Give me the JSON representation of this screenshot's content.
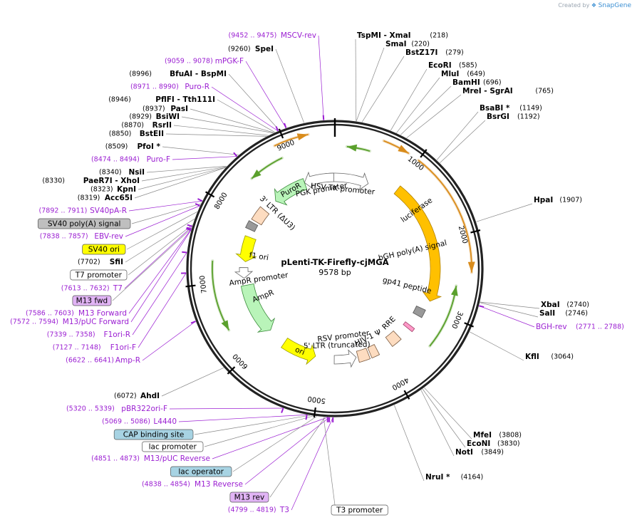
{
  "header": {
    "created_by": "Created by",
    "brand": "SnapGene"
  },
  "map": {
    "name": "pLenti-TK-Firefly-cjMGA",
    "length_label": "9578 bp",
    "total_bp": 9578,
    "ticks": [
      "1000",
      "2000",
      "3000",
      "4000",
      "5000",
      "6000",
      "7000",
      "8000",
      "9000"
    ],
    "colors": {
      "backbone": "#000000",
      "primer": "#9b1fd2",
      "orange_arrow": "#d98c1c",
      "green_arrow": "#5aa02c",
      "luciferase": "#ffc000",
      "yellow": "#ffff00"
    }
  },
  "right_sites": [
    {
      "name": "TspMI  -  XmaI",
      "pos": "(218)",
      "bp": 218
    },
    {
      "name": "SmaI",
      "pos": "(220)",
      "bp": 220
    },
    {
      "name": "BstZ17I",
      "pos": "(279)",
      "bp": 279
    },
    {
      "name": "EcoRI",
      "pos": "(585)",
      "bp": 585
    },
    {
      "name": "MluI",
      "pos": "(649)",
      "bp": 649
    },
    {
      "name": "BamHI",
      "pos": "(696)",
      "bp": 696
    },
    {
      "name": "MreI  -  SgrAI",
      "pos": "(765)",
      "bp": 765
    },
    {
      "name": "BsaBI *",
      "pos": "(1149)",
      "bp": 1149
    },
    {
      "name": "BsrGI",
      "pos": "(1192)",
      "bp": 1192
    },
    {
      "name": "HpaI",
      "pos": "(1907)",
      "bp": 1907
    },
    {
      "name": "XbaI",
      "pos": "(2740)",
      "bp": 2740
    },
    {
      "name": "SalI",
      "pos": "(2746)",
      "bp": 2746
    },
    {
      "name": "KflI",
      "pos": "(3064)",
      "bp": 3064
    },
    {
      "name": "MfeI",
      "pos": "(3808)",
      "bp": 3808
    },
    {
      "name": "EcoNI",
      "pos": "(3830)",
      "bp": 3830
    },
    {
      "name": "NotI",
      "pos": "(3849)",
      "bp": 3849
    },
    {
      "name": "NruI *",
      "pos": "(4164)",
      "bp": 4164
    }
  ],
  "right_primers": [
    {
      "name": "BGH-rev",
      "pos": "(2771 .. 2788)",
      "bp": 2780
    }
  ],
  "left_labels": [
    {
      "kind": "primer",
      "pos": "(9452 .. 9475)",
      "name": "MSCV-rev",
      "bp": 9463
    },
    {
      "kind": "site",
      "pos": "(9260)",
      "name": "SpeI",
      "bp": 9260
    },
    {
      "kind": "primer",
      "pos": "(9059 .. 9078)",
      "name": "mPGK-F",
      "bp": 9068
    },
    {
      "kind": "site",
      "pos": "(8996)",
      "name": "BfuAI  -  BspMI",
      "bp": 8996
    },
    {
      "kind": "primer",
      "pos": "(8971 .. 8990)",
      "name": "Puro-R",
      "bp": 8980
    },
    {
      "kind": "site",
      "pos": "(8946)",
      "name": "PflFI  -  Tth111I",
      "bp": 8946
    },
    {
      "kind": "site",
      "pos": "(8937)",
      "name": "PasI",
      "bp": 8937
    },
    {
      "kind": "site",
      "pos": "(8929)",
      "name": "BsiWI",
      "bp": 8929
    },
    {
      "kind": "site",
      "pos": "(8870)",
      "name": "RsrII",
      "bp": 8870
    },
    {
      "kind": "site",
      "pos": "(8850)",
      "name": "BstEII",
      "bp": 8850
    },
    {
      "kind": "site",
      "pos": "(8509)",
      "name": "PfoI *",
      "bp": 8509
    },
    {
      "kind": "primer",
      "pos": "(8474 .. 8494)",
      "name": "Puro-F",
      "bp": 8484
    },
    {
      "kind": "site",
      "pos": "(8340)",
      "name": "NsiI",
      "bp": 8340
    },
    {
      "kind": "site",
      "pos": "(8330)",
      "name": "PaeR7I  -  XhoI",
      "bp": 8330
    },
    {
      "kind": "site",
      "pos": "(8323)",
      "name": "KpnI",
      "bp": 8323
    },
    {
      "kind": "site",
      "pos": "(8319)",
      "name": "Acc65I",
      "bp": 8319
    },
    {
      "kind": "primer",
      "pos": "(7892 .. 7911)",
      "name": "SV40pA-R",
      "bp": 7901
    },
    {
      "kind": "feature",
      "name": "SV40 poly(A) signal",
      "fill": "#bfbfbf",
      "bp": 7870
    },
    {
      "kind": "primer",
      "pos": "(7838 .. 7857)",
      "name": "EBV-rev",
      "bp": 7847
    },
    {
      "kind": "feature",
      "name": "SV40 ori",
      "fill": "#ffff00",
      "bp": 7780
    },
    {
      "kind": "site",
      "pos": "(7702)",
      "name": "SfiI",
      "bp": 7702
    },
    {
      "kind": "feature",
      "name": "T7 promoter",
      "fill": "#ffffff",
      "bp": 7640
    },
    {
      "kind": "primer",
      "pos": "(7613 .. 7632)",
      "name": "T7",
      "bp": 7622
    },
    {
      "kind": "feature",
      "name": "M13 fwd",
      "fill": "#e1b4f5",
      "bp": 7600
    },
    {
      "kind": "primer",
      "pos": "(7586 .. 7603)",
      "name": "M13 Forward",
      "bp": 7594
    },
    {
      "kind": "primer",
      "pos": "(7572 .. 7594)",
      "name": "M13/pUC Forward",
      "bp": 7583
    },
    {
      "kind": "primer",
      "pos": "(7339 .. 7358)",
      "name": "F1ori-R",
      "bp": 7348
    },
    {
      "kind": "primer",
      "pos": "(7127 .. 7148)",
      "name": "F1ori-F",
      "bp": 7137
    },
    {
      "kind": "primer",
      "pos": "(6622 .. 6641)",
      "name": "Amp-R",
      "bp": 6631
    },
    {
      "kind": "site",
      "pos": "(6072)",
      "name": "AhdI",
      "bp": 6072
    },
    {
      "kind": "primer",
      "pos": "(5320 .. 5339)",
      "name": "pBR322ori-F",
      "bp": 5329
    },
    {
      "kind": "primer",
      "pos": "(5069 .. 5086)",
      "name": "L4440",
      "bp": 5077
    },
    {
      "kind": "feature",
      "name": "CAP binding site",
      "fill": "#a7d3e3",
      "bp": 5045
    },
    {
      "kind": "feature",
      "name": "lac promoter",
      "fill": "#ffffff",
      "bp": 5010
    },
    {
      "kind": "primer",
      "pos": "(4851 .. 4873)",
      "name": "M13/pUC Reverse",
      "bp": 4862
    },
    {
      "kind": "feature",
      "name": "lac operator",
      "fill": "#a7d3e3",
      "bp": 4975
    },
    {
      "kind": "primer",
      "pos": "(4838 .. 4854)",
      "name": "M13 Reverse",
      "bp": 4846
    },
    {
      "kind": "feature",
      "name": "M13 rev",
      "fill": "#e1b4f5",
      "bp": 4890
    },
    {
      "kind": "primer",
      "pos": "(4799 .. 4819)",
      "name": "T3",
      "bp": 4809
    }
  ],
  "bottom_features": [
    {
      "name": "T3 promoter",
      "fill": "#ffffff",
      "bp": 4905
    }
  ],
  "inner_labels": {
    "puror": "PuroR",
    "pgk_promoter": "PGK promoter",
    "hsv_tk_promoter": "HSV TK promoter",
    "luciferase": "luciferase",
    "bgh_polya": "bGH poly(A) signal",
    "gp41": "gp41 peptide",
    "rre": "RRE",
    "hiv_psi": "HIV-1 Ψ",
    "ltr5": "5' LTR (truncated)",
    "rsv_promoter": "RSV promoter",
    "ori": "ori",
    "ampr": "AmpR",
    "ampr_promoter": "AmpR promoter",
    "f1_ori": "f1 ori",
    "ltr3": "3' LTR (ΔU3)"
  }
}
